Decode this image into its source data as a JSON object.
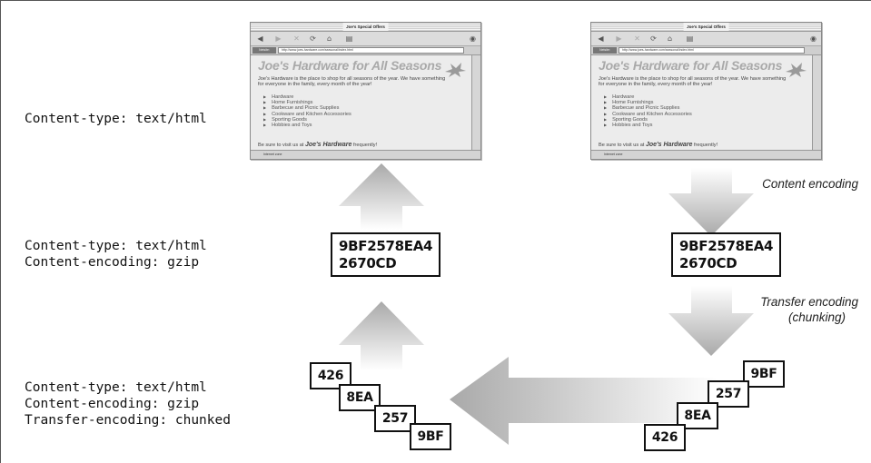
{
  "labels": {
    "row1": "Content-type: text/html",
    "row2": "Content-type: text/html\nContent-encoding: gzip",
    "row3": "Content-type: text/html\nContent-encoding: gzip\nTransfer-encoding: chunked"
  },
  "encoded_box": {
    "line1": "9BF2578EA4",
    "line2": "2670CD"
  },
  "chunks": [
    "426",
    "8EA",
    "257",
    "9BF"
  ],
  "arrow_labels": {
    "content_encoding": "Content encoding",
    "transfer_encoding_line1": "Transfer encoding",
    "transfer_encoding_line2": "(chunking)"
  },
  "browser": {
    "window_title": "Joe's Special Offers",
    "url": "http://www.joes-hardware.com/seasonal/index.html",
    "url_button": "Netsite:",
    "heading": "Joe's Hardware for All Seasons",
    "paragraph": "Joe's Hardware is the place to shop for all seasons of the year. We have something for everyone in the family, every month of the year!",
    "items": [
      "Hardware",
      "Home Furnishings",
      "Barbecue and Picnic Supplies",
      "Cookware and Kitchen Accessories",
      "Sporting Goods",
      "Hobbies and Toys"
    ],
    "footer_prefix": "Be sure to visit us at",
    "footer_brand": "Joe's Hardware",
    "footer_suffix": "frequently!",
    "status": "Internet zone"
  },
  "colors": {
    "arrow_dark": "#a8a8a8",
    "arrow_light": "#f0f0f0",
    "border": "#111111"
  }
}
